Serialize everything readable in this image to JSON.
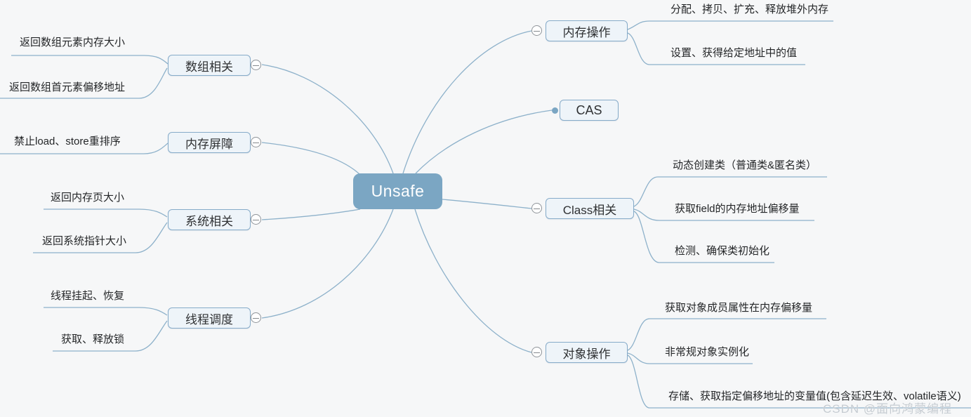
{
  "root": {
    "label": "Unsafe"
  },
  "left_branches": [
    {
      "label": "数组相关",
      "children": [
        "返回数组元素内存大小",
        "返回数组首元素偏移地址"
      ]
    },
    {
      "label": "内存屏障",
      "children": [
        "禁止load、store重排序"
      ]
    },
    {
      "label": "系统相关",
      "children": [
        "返回内存页大小",
        "返回系统指针大小"
      ]
    },
    {
      "label": "线程调度",
      "children": [
        "线程挂起、恢复",
        "获取、释放锁"
      ]
    }
  ],
  "right_branches": [
    {
      "label": "内存操作",
      "children": [
        "分配、拷贝、扩充、释放堆外内存",
        "设置、获得给定地址中的值"
      ]
    },
    {
      "label": "CAS",
      "children": []
    },
    {
      "label": "Class相关",
      "children": [
        "动态创建类（普通类&匿名类）",
        "获取field的内存地址偏移量",
        "检测、确保类初始化"
      ]
    },
    {
      "label": "对象操作",
      "children": [
        "获取对象成员属性在内存偏移量",
        "非常规对象实例化",
        "存储、获取指定偏移地址的变量值(包含延迟生效、volatile语义)"
      ]
    }
  ],
  "watermark": "CSDN @面向鸿蒙编程",
  "colors": {
    "root_fill": "#7ba6c3",
    "topic_fill": "#eef4f9",
    "topic_border": "#86abc9",
    "line": "#8db1ca",
    "background": "#f6f7f8"
  }
}
